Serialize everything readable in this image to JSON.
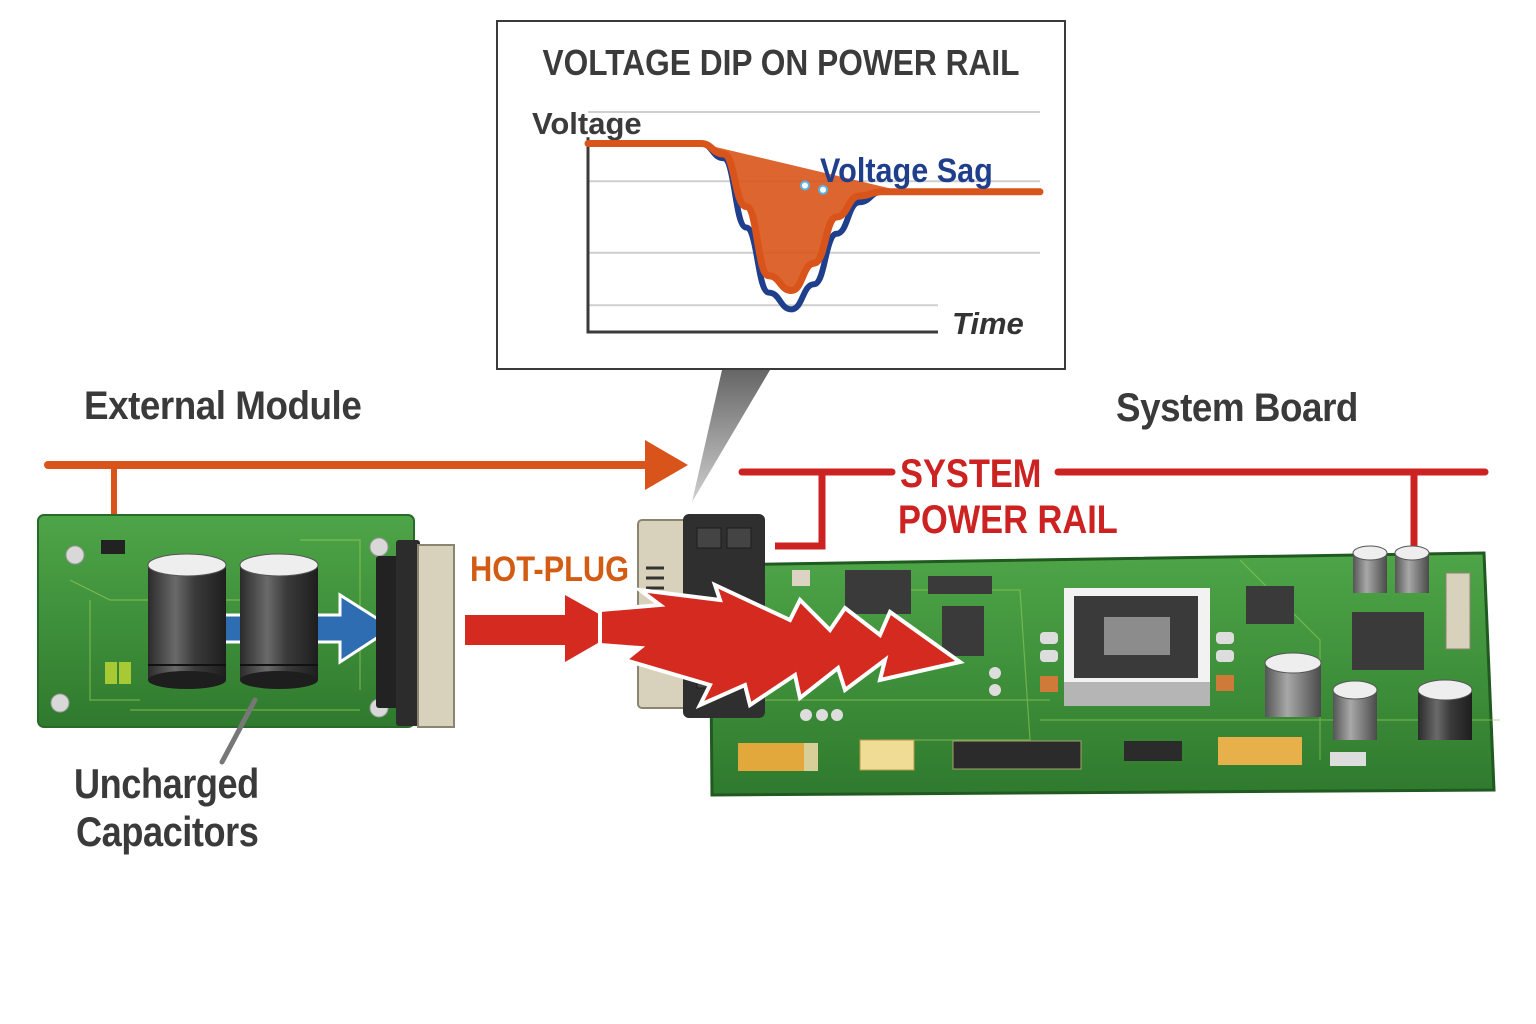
{
  "callout": {
    "title": "VOLTAGE DIP ON POWER RAIL",
    "sag_annotation": "Voltage Sag"
  },
  "chart_data": {
    "type": "line",
    "title": "VOLTAGE DIP ON POWER RAIL",
    "xlabel": "Time",
    "ylabel": "Voltage",
    "grid": true,
    "ticks_labeled": false,
    "annotations": [
      "Voltage Sag"
    ],
    "xlim": [
      0,
      100
    ],
    "ylim": [
      0,
      100
    ],
    "series": [
      {
        "name": "Power rail voltage (orange)",
        "color": "#d9541a",
        "x": [
          0,
          25,
          30,
          35,
          40,
          45,
          50,
          55,
          60,
          65,
          70,
          100
        ],
        "y": [
          85,
          85,
          80,
          55,
          22,
          15,
          28,
          50,
          60,
          62,
          62,
          62
        ]
      },
      {
        "name": "Sag envelope (blue)",
        "color": "#1f3f8c",
        "x": [
          25,
          30,
          35,
          40,
          45,
          50,
          55,
          60,
          65,
          70
        ],
        "y": [
          85,
          78,
          45,
          14,
          6,
          18,
          42,
          57,
          62,
          62
        ]
      }
    ]
  },
  "labels": {
    "external_module": "External Module",
    "system_board": "System Board",
    "hot_plug": "HOT-PLUG",
    "system_power_rail_line1": "SYSTEM",
    "system_power_rail_line2": "POWER RAIL",
    "uncharged_line1": "Uncharged",
    "uncharged_line2": "Capacitors"
  },
  "colors": {
    "orange_rail": "#d9541a",
    "red_rail": "#cc2222",
    "pcb_green": "#3f8f3a",
    "sag_blue": "#1f3f8c",
    "inrush_red": "#d42a1f",
    "charge_blue": "#2f6db3"
  }
}
